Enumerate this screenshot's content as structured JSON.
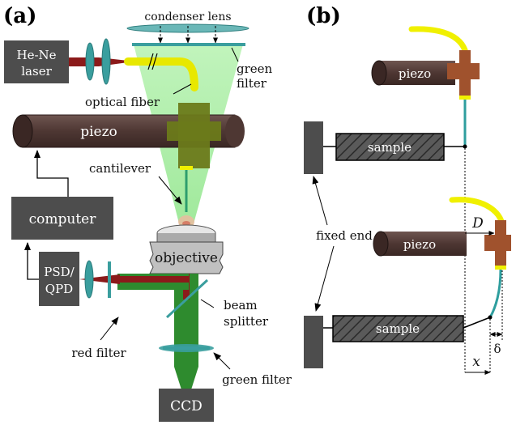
{
  "panel_a": {
    "panel_label": "(a)",
    "labels": {
      "laser_line1": "He-Ne",
      "laser_line2": "laser",
      "condenser_lens": "condenser lens",
      "green_filter_line1": "green",
      "green_filter_line2": "filter",
      "optical_fiber": "optical fiber",
      "piezo": "piezo",
      "cantilever": "cantilever",
      "computer": "computer",
      "objective": "objective",
      "psd_line1": "PSD/",
      "psd_line2": "QPD",
      "beam_line1": "beam",
      "beam_line2": "splitter",
      "red_filter": "red filter",
      "green_filter_bottom": "green filter",
      "ccd": "CCD"
    }
  },
  "panel_b": {
    "panel_label": "(b)",
    "labels": {
      "piezo_top": "piezo",
      "sample_top": "sample",
      "fixed_end": "fixed end",
      "D": "D",
      "piezo_bottom": "piezo",
      "sample_bottom": "sample",
      "delta": "δ",
      "x": "x"
    }
  },
  "colors": {
    "box_gray": "#4d4d4d",
    "piezo_brown": "#5a3e3a",
    "holder_brown": "#a0522d",
    "fiber_yellow": "#f0f000",
    "green_light": "#99ee99",
    "laser_red": "#8b1a1a",
    "lens_teal": "#3a9e9e",
    "dark_green": "#2e8b2e",
    "olive": "#6b7a1a"
  }
}
